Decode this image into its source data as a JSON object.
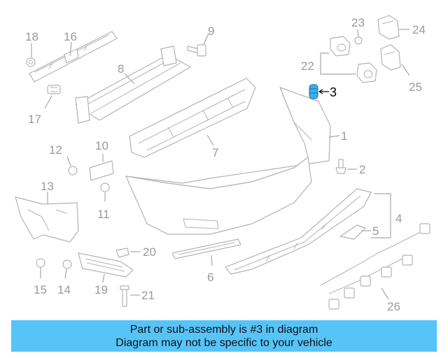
{
  "callouts": {
    "c1": "1",
    "c2": "2",
    "c3": "3",
    "c4": "4",
    "c5": "5",
    "c6": "6",
    "c7": "7",
    "c8": "8",
    "c9": "9",
    "c10": "10",
    "c11": "11",
    "c12": "12",
    "c13": "13",
    "c14": "14",
    "c15": "15",
    "c16": "16",
    "c17": "17",
    "c18": "18",
    "c19": "19",
    "c20": "20",
    "c21": "21",
    "c22": "22",
    "c23": "23",
    "c24": "24",
    "c25": "25",
    "c26": "26"
  },
  "highlight_callout": "3",
  "colors": {
    "highlight_part": "#3aaef0",
    "banner_bg": "#57c4f7",
    "line_art": "#b3b3b3"
  },
  "banner": {
    "line1": "Part or sub-assembly is #3 in diagram",
    "line2": "Diagram may not be specific to your vehicle"
  }
}
